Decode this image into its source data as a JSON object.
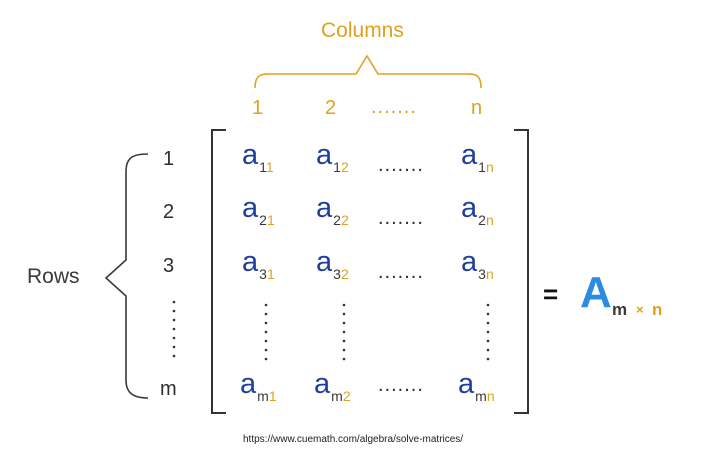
{
  "columns_label": "Columns",
  "rows_label": "Rows",
  "col_numbers": [
    "1",
    "2",
    "n"
  ],
  "row_numbers": [
    "1",
    "2",
    "3",
    "m"
  ],
  "elements": [
    [
      {
        "a": "a",
        "i": "1",
        "j": "1"
      },
      {
        "a": "a",
        "i": "1",
        "j": "2"
      },
      {
        "a": "a",
        "i": "1",
        "j": "n"
      }
    ],
    [
      {
        "a": "a",
        "i": "2",
        "j": "1"
      },
      {
        "a": "a",
        "i": "2",
        "j": "2"
      },
      {
        "a": "a",
        "i": "2",
        "j": "n"
      }
    ],
    [
      {
        "a": "a",
        "i": "3",
        "j": "1"
      },
      {
        "a": "a",
        "i": "3",
        "j": "2"
      },
      {
        "a": "a",
        "i": "3",
        "j": "n"
      }
    ],
    [
      {
        "a": "a",
        "i": "m",
        "j": "1"
      },
      {
        "a": "a",
        "i": "m",
        "j": "2"
      },
      {
        "a": "a",
        "i": "m",
        "j": "n"
      }
    ]
  ],
  "dots": ".......",
  "equals": "=",
  "result": {
    "symbol": "A",
    "sub_rows": "m",
    "sub_times": "×",
    "sub_cols": "n"
  },
  "source_url": "https://www.cuemath.com/algebra/solve-matrices/",
  "colors": {
    "accent_orange": "#e0a21e",
    "element_blue": "#1f3f9a",
    "result_blue": "#2b8ce0"
  }
}
